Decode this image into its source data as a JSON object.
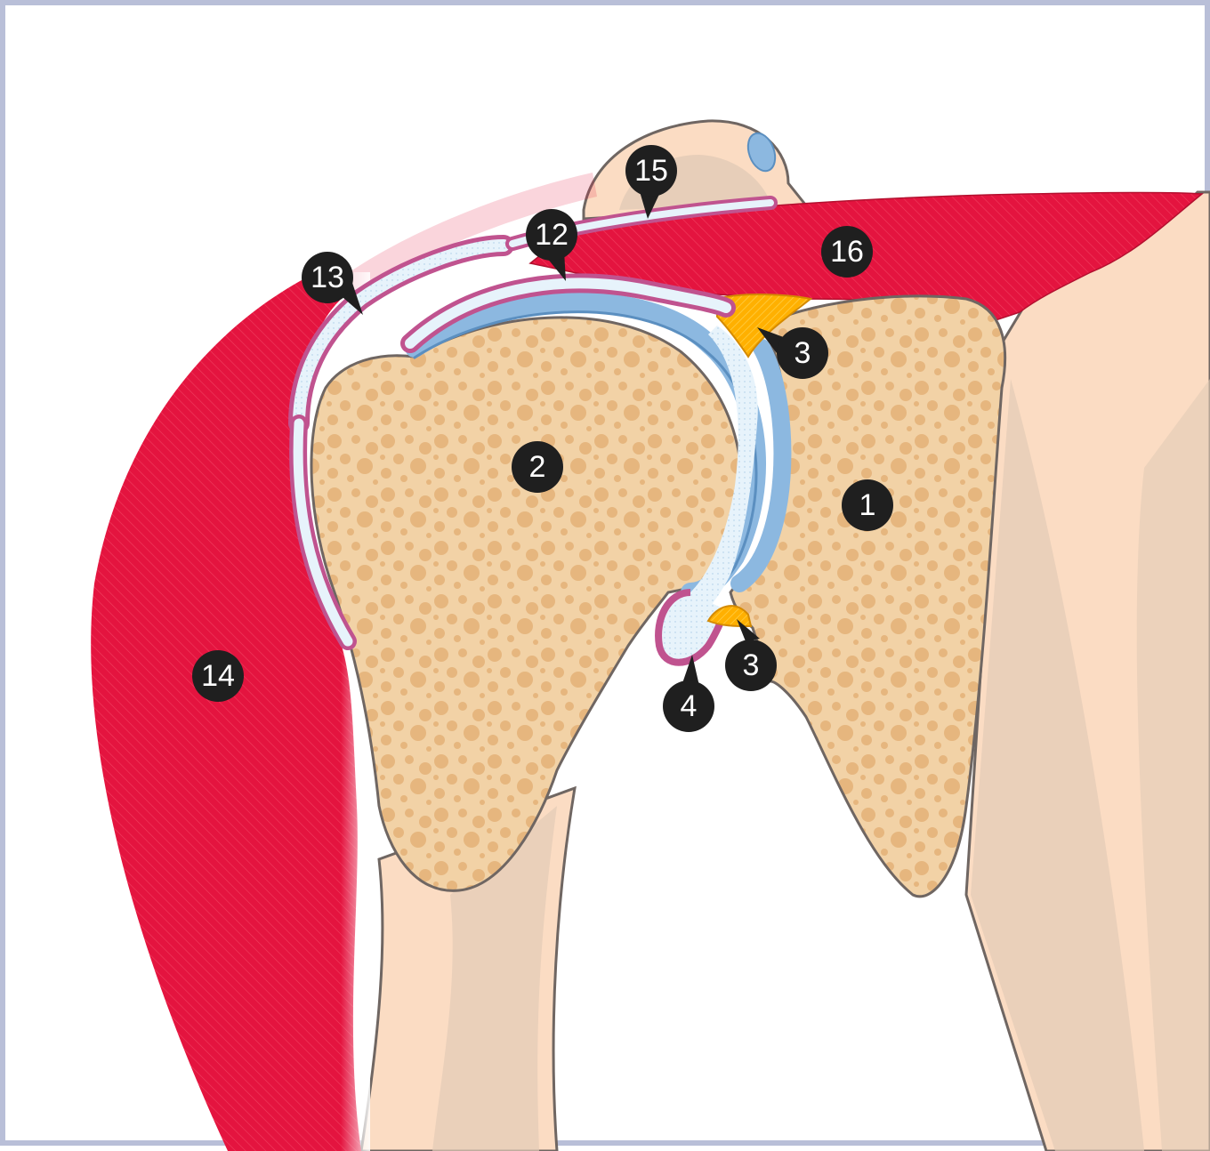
{
  "colors": {
    "frame_border": "#b9bfd8",
    "bone_outer": "#fbdcc3",
    "bone_shadow": "#e2cbb6",
    "spongy_bone": "#f2d2a6",
    "spongy_dots": "#e6b67e",
    "outline": "#6f6662",
    "cartilage": "#8cb8e0",
    "synovial_fluid": "#e7f3fb",
    "capsule": "#c0538f",
    "labrum_yellow": "#ffb000",
    "muscle_red": "#e4143f",
    "marker_fill": "#1f1f1f",
    "marker_text": "#ffffff"
  },
  "markers": [
    {
      "id": "m1",
      "label": "1"
    },
    {
      "id": "m2",
      "label": "2"
    },
    {
      "id": "m3a",
      "label": "3"
    },
    {
      "id": "m3b",
      "label": "3"
    },
    {
      "id": "m4",
      "label": "4"
    },
    {
      "id": "m12",
      "label": "12"
    },
    {
      "id": "m13",
      "label": "13"
    },
    {
      "id": "m14",
      "label": "14"
    },
    {
      "id": "m15",
      "label": "15"
    },
    {
      "id": "m16",
      "label": "16"
    }
  ]
}
